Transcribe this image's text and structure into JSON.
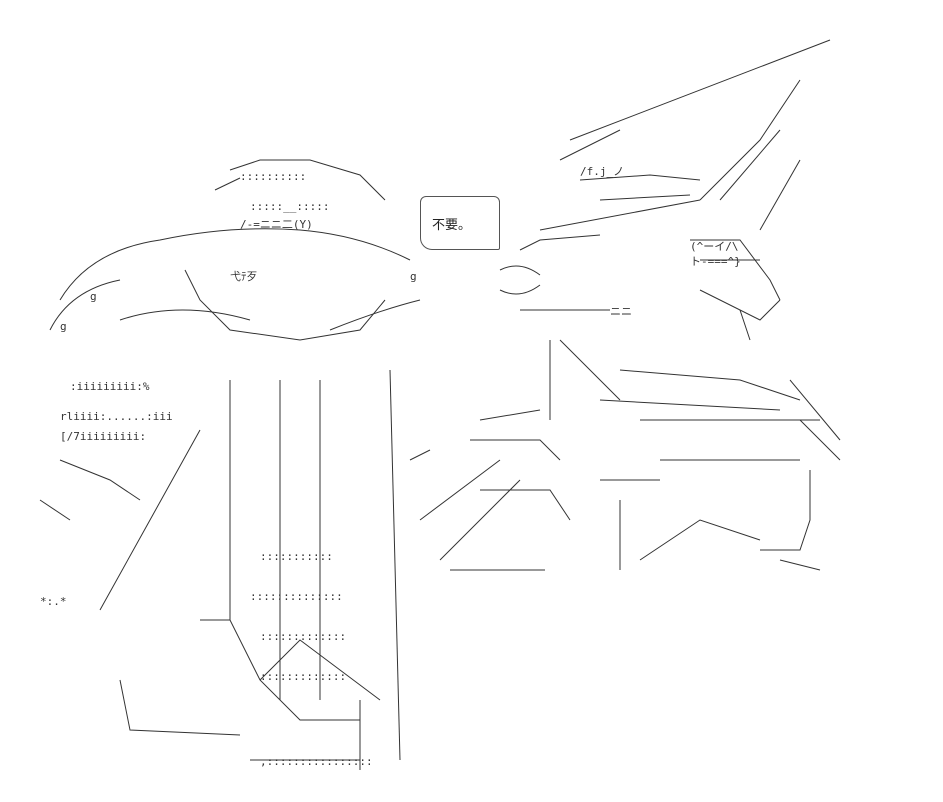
{
  "speech_bubble": {
    "text": "不要。"
  },
  "ascii_art": {
    "title": "",
    "characters": [
      "left-figure",
      "right-figure"
    ]
  }
}
